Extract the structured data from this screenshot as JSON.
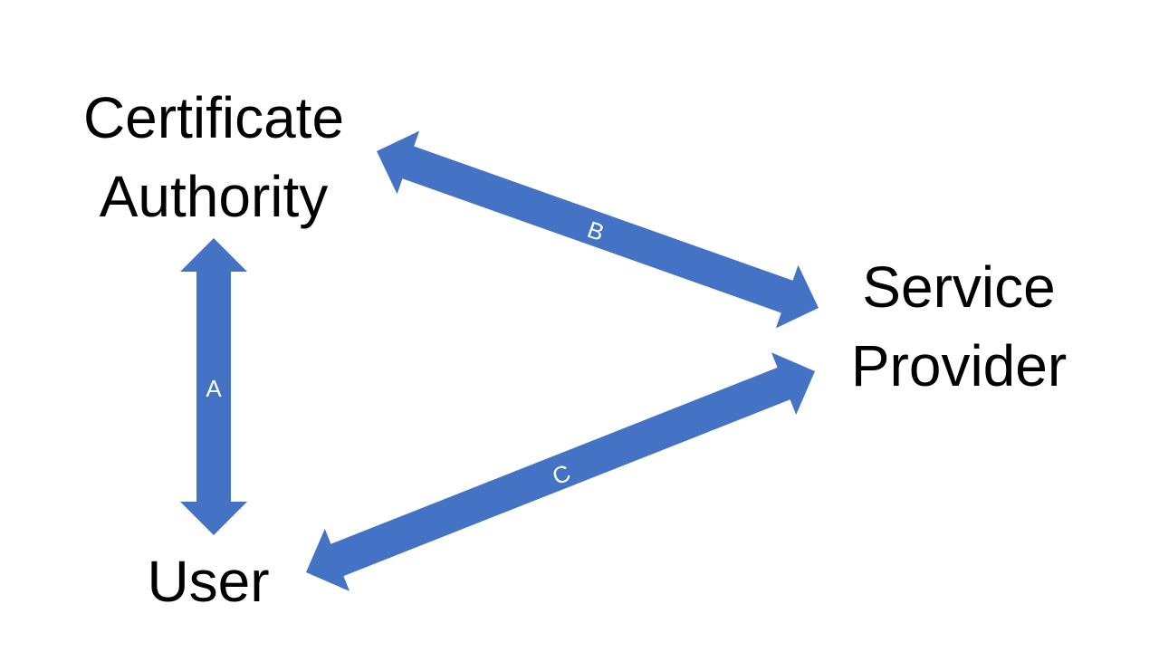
{
  "colors": {
    "arrow": "#4472C4",
    "text": "#000000",
    "edge_text": "#ffffff",
    "background": "#ffffff"
  },
  "nodes": {
    "ca": {
      "line1": "Certificate",
      "line2": "Authority"
    },
    "sp": {
      "line1": "Service",
      "line2": "Provider"
    },
    "user": {
      "line1": "User"
    }
  },
  "edges": {
    "a": {
      "label": "A",
      "from": "ca",
      "to": "user",
      "direction": "bidirectional"
    },
    "b": {
      "label": "B",
      "from": "ca",
      "to": "sp",
      "direction": "bidirectional"
    },
    "c": {
      "label": "C",
      "from": "user",
      "to": "sp",
      "direction": "bidirectional"
    }
  }
}
